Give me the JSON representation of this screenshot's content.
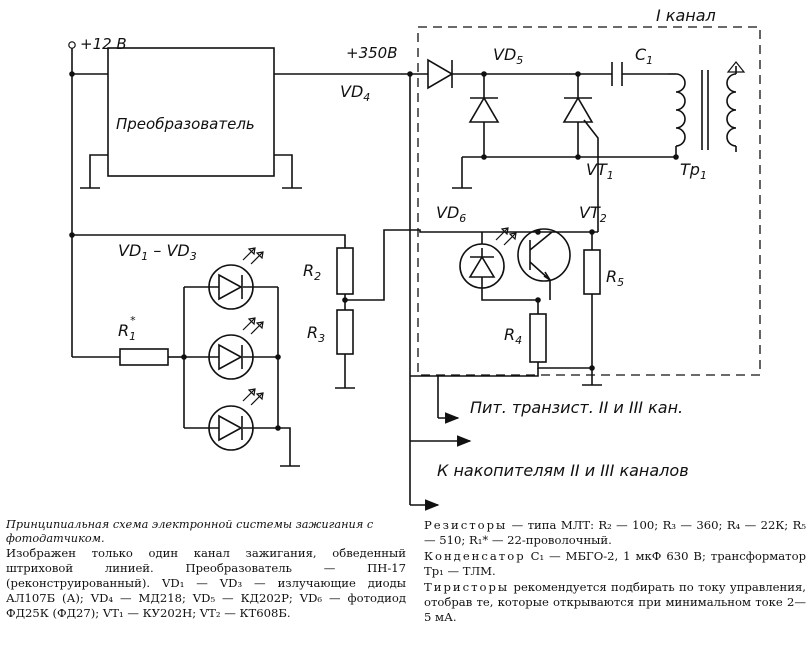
{
  "diagram": {
    "labels": {
      "supply_12v": "+12 В",
      "converter": "Преобразователь",
      "hv_350v": "+350В",
      "vd4": "VD",
      "vd4_sub": "4",
      "channel_1": "I канал",
      "vd5": "VD",
      "vd5_sub": "5",
      "c1": "C",
      "c1_sub": "1",
      "vt1": "VT",
      "vt1_sub": "1",
      "tr1": "Тр",
      "tr1_sub": "1",
      "vd6": "VD",
      "vd6_sub": "6",
      "vt2": "VT",
      "vt2_sub": "2",
      "vd1_vd3": "VD",
      "vd1_vd3_sub_a": "1",
      "vd1_vd3_dash": " – VD",
      "vd1_vd3_sub_b": "3",
      "r1": "R",
      "r1_sub": "1",
      "r1_star": "*",
      "r2": "R",
      "r2_sub": "2",
      "r3": "R",
      "r3_sub": "3",
      "r4": "R",
      "r4_sub": "4",
      "r5": "R",
      "r5_sub": "5",
      "out_transistor_power": "Пит. транзист. II и III кан.",
      "out_storage": "К накопителям II и III каналов"
    }
  },
  "caption": {
    "title": "Принципиальная схема электронной системы зажигания с фотодатчиком.",
    "left_text": "Изображен только один канал зажигания, обведенный штриховой линией. Преобразователь — ПН-17 (реконструированный). VD₁ — VD₃ — излучающие диоды АЛ107Б (А); VD₄ — МД218; VD₅ — КД202Р; VD₆ — фотодиод ФД25К (ФД27); VT₁ — КУ202Н; VT₂ — КТ608Б.",
    "right_resistors_word": "Резисторы",
    "right_resistors_text": " — типа МЛТ: R₂ — 100; R₃ — 360; R₄ — 22К; R₅ — 510; R₁* — 22-проволочный.",
    "right_capacitor_word": "Конденсатор",
    "right_capacitor_text": " C₁ — МБГО-2, 1 мкФ 630 В; трансформатор Тр₁ — ТЛМ.",
    "right_thyristor_word": "Тиристоры",
    "right_thyristor_text": " рекомендуется подбирать по току управления, отобрав те, которые открываются при минимальном токе 2—5 мА."
  }
}
